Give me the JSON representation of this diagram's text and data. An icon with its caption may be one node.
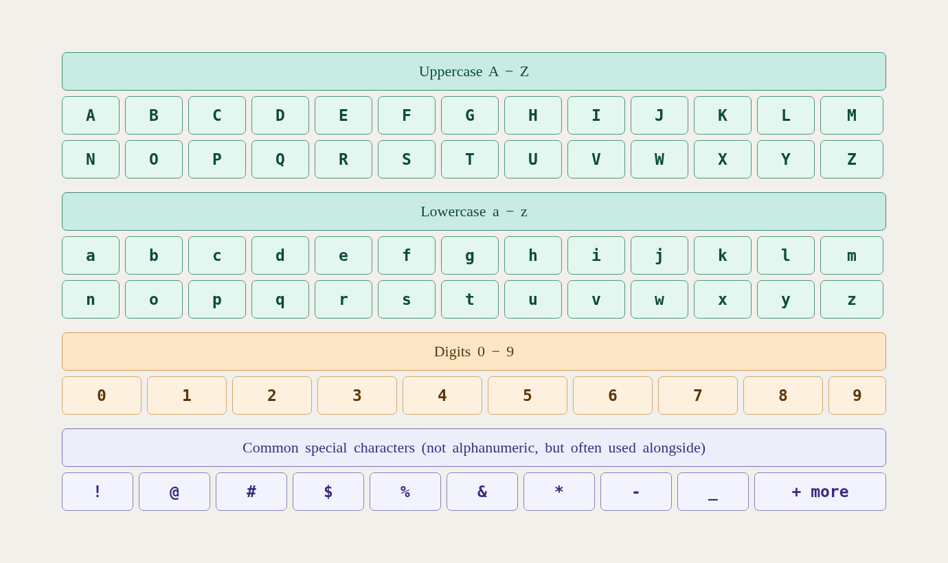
{
  "diagram": {
    "nodes": [
      {
        "text": [
          "Uppercase A − Z"
        ]
      },
      {
        "text": [
          "A"
        ]
      },
      {
        "text": [
          "B"
        ]
      },
      {
        "text": [
          "C"
        ]
      },
      {
        "text": [
          "D"
        ]
      },
      {
        "text": [
          "E"
        ]
      },
      {
        "text": [
          "F"
        ]
      },
      {
        "text": [
          "G"
        ]
      },
      {
        "text": [
          "H"
        ]
      },
      {
        "text": [
          "I"
        ]
      },
      {
        "text": [
          "J"
        ]
      },
      {
        "text": [
          "K"
        ]
      },
      {
        "text": [
          "L"
        ]
      },
      {
        "text": [
          "M"
        ]
      },
      {
        "text": [
          "N"
        ]
      },
      {
        "text": [
          "O"
        ]
      },
      {
        "text": [
          "P"
        ]
      },
      {
        "text": [
          "Q"
        ]
      },
      {
        "text": [
          "R"
        ]
      },
      {
        "text": [
          "S"
        ]
      },
      {
        "text": [
          "T"
        ]
      },
      {
        "text": [
          "U"
        ]
      },
      {
        "text": [
          "V"
        ]
      },
      {
        "text": [
          "W"
        ]
      },
      {
        "text": [
          "X"
        ]
      },
      {
        "text": [
          "Y"
        ]
      },
      {
        "text": [
          "Z"
        ]
      },
      {
        "text": [
          "Lowercase a − z"
        ]
      },
      {
        "text": [
          "a"
        ]
      },
      {
        "text": [
          "b"
        ]
      },
      {
        "text": [
          "c"
        ]
      },
      {
        "text": [
          "d"
        ]
      },
      {
        "text": [
          "e"
        ]
      },
      {
        "text": [
          "f"
        ]
      },
      {
        "text": [
          "g"
        ]
      },
      {
        "text": [
          "h"
        ]
      },
      {
        "text": [
          "i"
        ]
      },
      {
        "text": [
          "j"
        ]
      },
      {
        "text": [
          "k"
        ]
      },
      {
        "text": [
          "l"
        ]
      },
      {
        "text": [
          "m"
        ]
      },
      {
        "text": [
          "n"
        ]
      },
      {
        "text": [
          "o"
        ]
      },
      {
        "text": [
          "p"
        ]
      },
      {
        "text": [
          "q"
        ]
      },
      {
        "text": [
          "r"
        ]
      },
      {
        "text": [
          "s"
        ]
      },
      {
        "text": [
          "t"
        ]
      },
      {
        "text": [
          "u"
        ]
      },
      {
        "text": [
          "v"
        ]
      },
      {
        "text": [
          "w"
        ]
      },
      {
        "text": [
          "x"
        ]
      },
      {
        "text": [
          "y"
        ]
      },
      {
        "text": [
          "z"
        ]
      },
      {
        "text": [
          "Digits 0 − 9"
        ]
      },
      {
        "text": [
          "0"
        ]
      },
      {
        "text": [
          "1"
        ]
      },
      {
        "text": [
          "2"
        ]
      },
      {
        "text": [
          "3"
        ]
      },
      {
        "text": [
          "4"
        ]
      },
      {
        "text": [
          "5"
        ]
      },
      {
        "text": [
          "6"
        ]
      },
      {
        "text": [
          "7"
        ]
      },
      {
        "text": [
          "8"
        ]
      },
      {
        "text": [
          "9"
        ]
      },
      {
        "text": [
          "Common special characters (not alphanumeric, but often used alongside)"
        ]
      },
      {
        "text": [
          "!"
        ]
      },
      {
        "text": [
          "@"
        ]
      },
      {
        "text": [
          "#"
        ]
      },
      {
        "text": [
          "$"
        ]
      },
      {
        "text": [
          "%"
        ]
      },
      {
        "text": [
          "&"
        ]
      },
      {
        "text": [
          "*"
        ]
      },
      {
        "text": [
          "-"
        ]
      },
      {
        "text": [
          "_"
        ]
      },
      {
        "text": [
          "+ more"
        ]
      }
    ]
  }
}
